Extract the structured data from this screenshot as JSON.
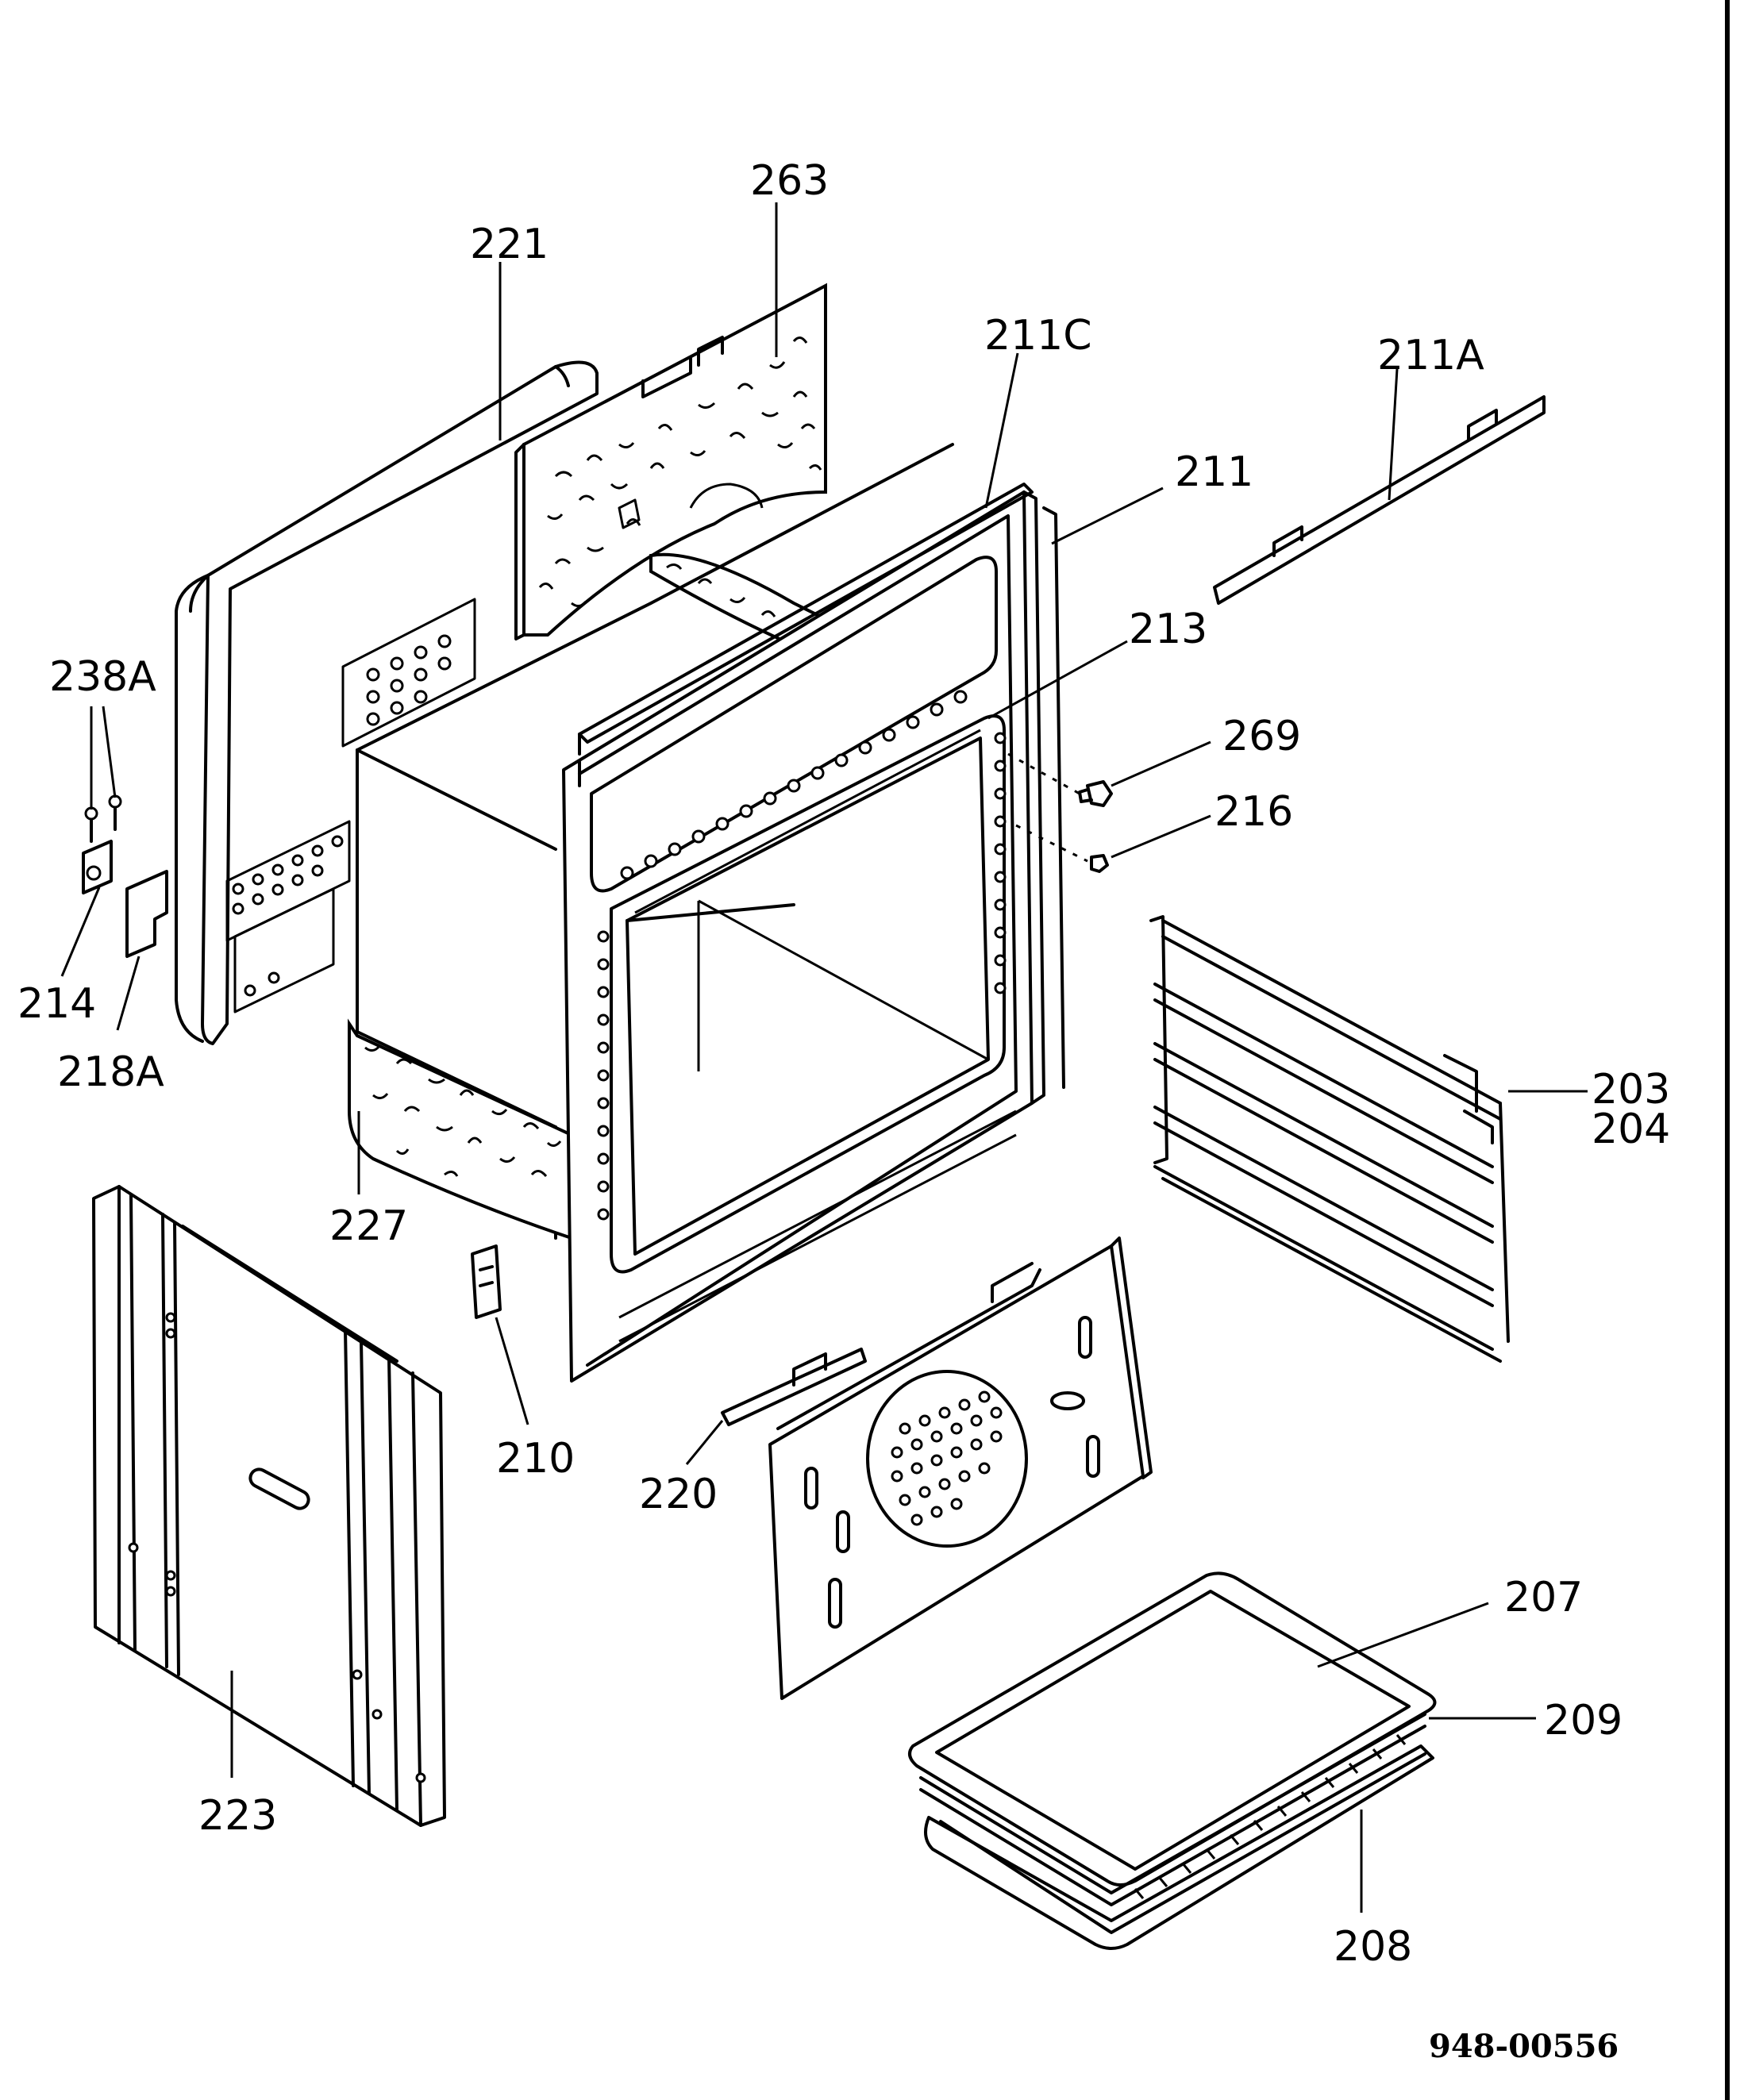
{
  "diagram": {
    "part_labels": {
      "p263": "263",
      "p221": "221",
      "p211C": "211C",
      "p211A": "211A",
      "p211": "211",
      "p213": "213",
      "p238A": "238A",
      "p269": "269",
      "p216": "216",
      "p214": "214",
      "p218A": "218A",
      "p203": "203",
      "p204": "204",
      "p227": "227",
      "p210": "210",
      "p220": "220",
      "p223": "223",
      "p207": "207",
      "p209": "209",
      "p208": "208"
    },
    "document_code": "948-00556"
  }
}
